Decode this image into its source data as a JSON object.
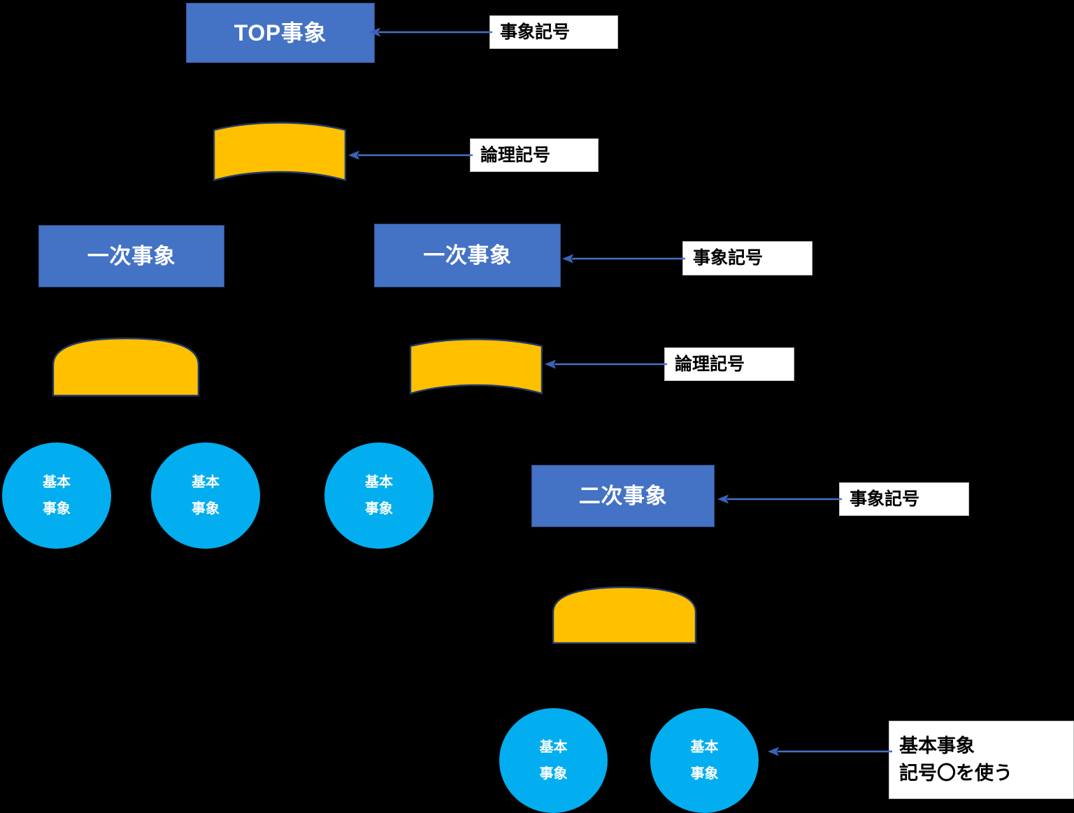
{
  "diagram": {
    "title": "FTA fault tree symbol legend",
    "background_color": "#000000",
    "colors": {
      "event_box_fill": "#4472C4",
      "event_box_stroke": "#2F528F",
      "gate_fill": "#FFC000",
      "gate_stroke": "#1F3864",
      "basic_event_fill": "#02AEEF",
      "callout_fill": "#FFFFFF",
      "callout_stroke": "#BFBFBF",
      "arrow_color": "#4472C4",
      "text_on_shape": "#FFFFFF",
      "text_on_callout": "#000000"
    }
  },
  "events": {
    "top": {
      "label": "TOP事象"
    },
    "primary_left": {
      "label": "一次事象"
    },
    "primary_right": {
      "label": "一次事象"
    },
    "secondary": {
      "label": "二次事象"
    }
  },
  "basic_events": [
    {
      "label_line1": "基本",
      "label_line2": "事象"
    },
    {
      "label_line1": "基本",
      "label_line2": "事象"
    },
    {
      "label_line1": "基本",
      "label_line2": "事象"
    },
    {
      "label_line1": "基本",
      "label_line2": "事象"
    },
    {
      "label_line1": "基本",
      "label_line2": "事象"
    }
  ],
  "gates": [
    {
      "name": "or-gate-top",
      "type": "OR"
    },
    {
      "name": "and-gate-left",
      "type": "AND"
    },
    {
      "name": "or-gate-middle",
      "type": "OR"
    },
    {
      "name": "and-gate-bottom",
      "type": "AND"
    }
  ],
  "callouts": {
    "event_symbol_top": {
      "line1": "事象記号"
    },
    "logic_symbol_top": {
      "line1": "論理記号"
    },
    "event_symbol_primary": {
      "line1": "事象記号"
    },
    "logic_symbol_middle": {
      "line1": "論理記号"
    },
    "event_symbol_secondary": {
      "line1": "事象記号"
    },
    "basic_event_note": {
      "line1": "基本事象",
      "line2": "記号〇を使う"
    }
  }
}
